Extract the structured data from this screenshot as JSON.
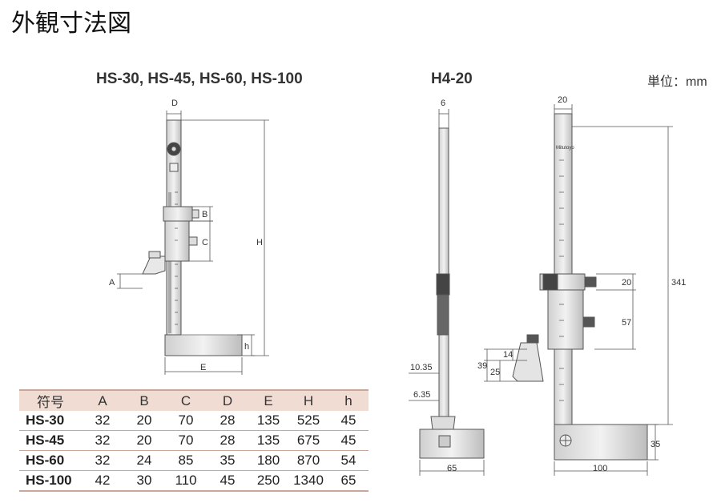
{
  "page_title": "外観寸法図",
  "left_diagram": {
    "title": "HS-30, HS-45, HS-60, HS-100",
    "dims": {
      "D": "D",
      "B": "B",
      "C": "C",
      "A": "A",
      "H": "H",
      "h": "h",
      "E": "E"
    }
  },
  "right_diagram": {
    "title": "H4-20",
    "unit": "単位：mm",
    "brand": "Mitutoyo",
    "dims": {
      "d6": "6",
      "d20top": "20",
      "d341": "341",
      "d20slider": "20",
      "d57": "57",
      "d39": "39",
      "d25": "25",
      "d14": "14",
      "d1035": "10.35",
      "d635": "6.35",
      "d65": "65",
      "d100": "100",
      "d35": "35"
    }
  },
  "table": {
    "headers": [
      "符号",
      "A",
      "B",
      "C",
      "D",
      "E",
      "H",
      "h"
    ],
    "rows": [
      [
        "HS-30",
        "32",
        "20",
        "70",
        "28",
        "135",
        "525",
        "45"
      ],
      [
        "HS-45",
        "32",
        "20",
        "70",
        "28",
        "135",
        "675",
        "45"
      ],
      [
        "HS-60",
        "32",
        "24",
        "85",
        "35",
        "180",
        "870",
        "54"
      ],
      [
        "HS-100",
        "42",
        "30",
        "110",
        "45",
        "250",
        "1340",
        "65"
      ]
    ]
  }
}
